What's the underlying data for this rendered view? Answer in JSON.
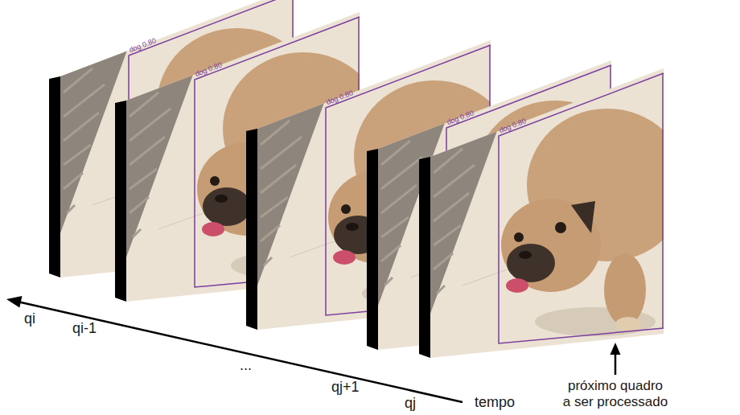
{
  "diagram": {
    "labels": [
      "dog 0.80",
      "dog 0.80",
      "dog 0.80",
      "dog 0.80",
      "dog 0.80",
      "qi",
      "qi-1",
      "...",
      "qj+1",
      "qj",
      "tempo",
      "próximo quadro a ser processado"
    ]
  }
}
